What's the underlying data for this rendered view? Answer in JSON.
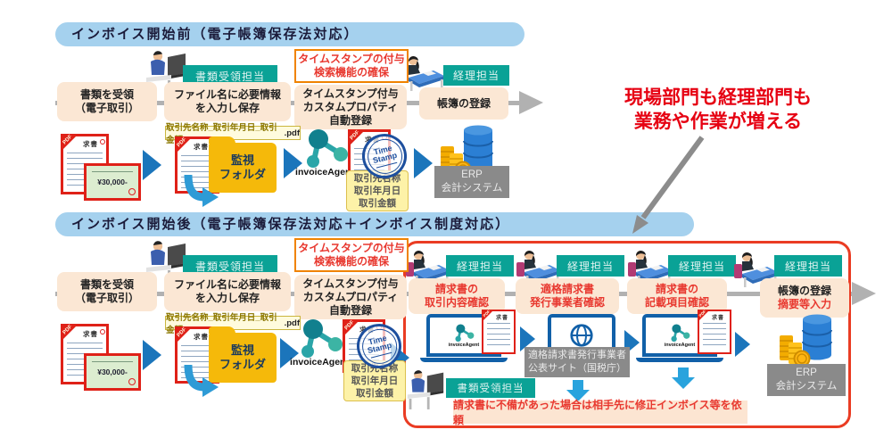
{
  "common": {
    "receiver_role": "書類受領担当",
    "accounting_role": "経理担当",
    "highlight": "タイムスタンプの付与\n検索機能の確保",
    "step_receive": "書類を受領\n（電子取引）",
    "step_filename": "ファイル名に必要情報\nを入力し保存",
    "step_timestamp": "タイムスタンプ付与\nカスタムプロパティ\n自動登録",
    "filename_base": "取引先名称_取引年月日_取引金額",
    "filename_ext": ".pdf",
    "folder_label": "監視\nフォルダ",
    "invoice_agent": "invoiceAgent",
    "timestamp_stamp": "Time\nStamp",
    "meta_fields": "取引先名称\n取引年月日\n取引金額",
    "erp_label": "ERP\n会計システム",
    "pdf_tag": "PDF",
    "doc_title": "求書",
    "receipt_amount": "¥30,000-"
  },
  "before": {
    "title": "インボイス開始前（電子帳簿保存法対応）",
    "step_ledger": "帳簿の登録"
  },
  "annotation": "現場部門も経理部門も\n業務や作業が増える",
  "after": {
    "title": "インボイス開始後（電子帳簿保存法対応＋インボイス制度対応）",
    "check_content": "請求書の\n取引内容確認",
    "check_issuer": "適格請求書\n発行事業者確認",
    "check_items": "請求書の\n記載項目確認",
    "check_ledger": "帳簿の登録",
    "check_ledger_input": "摘要等入力",
    "gov_site": "適格請求書発行事業者\n公表サイト（国税庁）",
    "note": "請求書に不備があった場合は相手先に修正インボイス等を依頼"
  }
}
